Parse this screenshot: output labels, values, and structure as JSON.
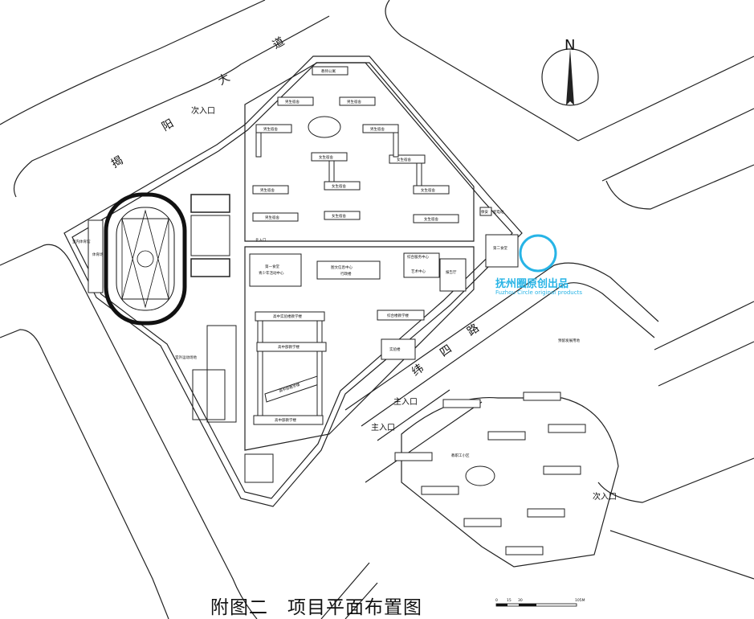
{
  "north_label": "N",
  "roads": {
    "jieyang_avenue": [
      "揭",
      "阳",
      "大",
      "道"
    ],
    "weisi_road": [
      "纬",
      "四",
      "路"
    ]
  },
  "entrances": {
    "secondary_north": "次入口",
    "main_1": "主入口",
    "main_2": "主入口",
    "secondary_east": "次入口"
  },
  "areas": {
    "staff_housing": "教职工小区",
    "reserved_land": "预留发展用地"
  },
  "buildings": {
    "dorm_top": "教师公寓",
    "dorm_m1": "男生宿舍",
    "dorm_m2": "男生宿舍",
    "dorm_m3": "男生宿舍",
    "dorm_m4": "男生宿舍",
    "dorm_m5": "男生宿舍",
    "dorm_m6": "男生宿舍",
    "dorm_f1": "女生宿舍",
    "dorm_f2": "女生宿舍",
    "dorm_f3": "女生宿舍",
    "dorm_f4": "女生宿舍",
    "dorm_f5": "女生宿舍",
    "dorm_f6": "女生宿舍",
    "canteen1": "第一食堂",
    "canteen1_sub": "青少年活动中心",
    "library": "图文信息中心",
    "library_sub": "行政楼",
    "arts": "综合服务中心",
    "arts_sub": "艺术中心",
    "auditorium": "报告厅",
    "canteen2": "第二食堂",
    "labs": "实验楼",
    "complex": "综合楼教学楼",
    "hs_experiment": "高中实验楼教学楼",
    "hs_class1": "高中部教学楼",
    "hs_class2": "高中部教学楼",
    "hs_class3": "高中部教学楼",
    "gym": "室外运动场地",
    "indoor_gym": "室内体育馆",
    "sports_field": "体育场",
    "north_gate": "北入口",
    "guard": "保安",
    "substation": "配电站"
  },
  "watermark": {
    "line1": "抚州圈原创出品",
    "line2": "Fuzhou Circle original products"
  },
  "caption": "附图二　项目平面布置图",
  "scale": {
    "labels": [
      "0",
      "15",
      "30",
      "105M"
    ]
  }
}
